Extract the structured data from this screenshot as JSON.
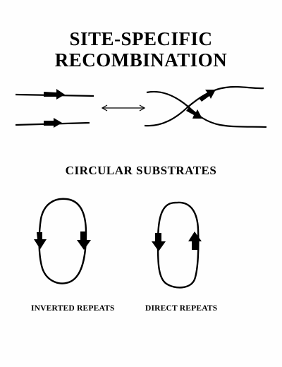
{
  "title": {
    "line1": "SITE-SPECIFIC",
    "line2": "RECOMBINATION"
  },
  "section_heading": "CIRCULAR SUBSTRATES",
  "captions": {
    "left": "INVERTED REPEATS",
    "right": "DIRECT REPEATS"
  }
}
